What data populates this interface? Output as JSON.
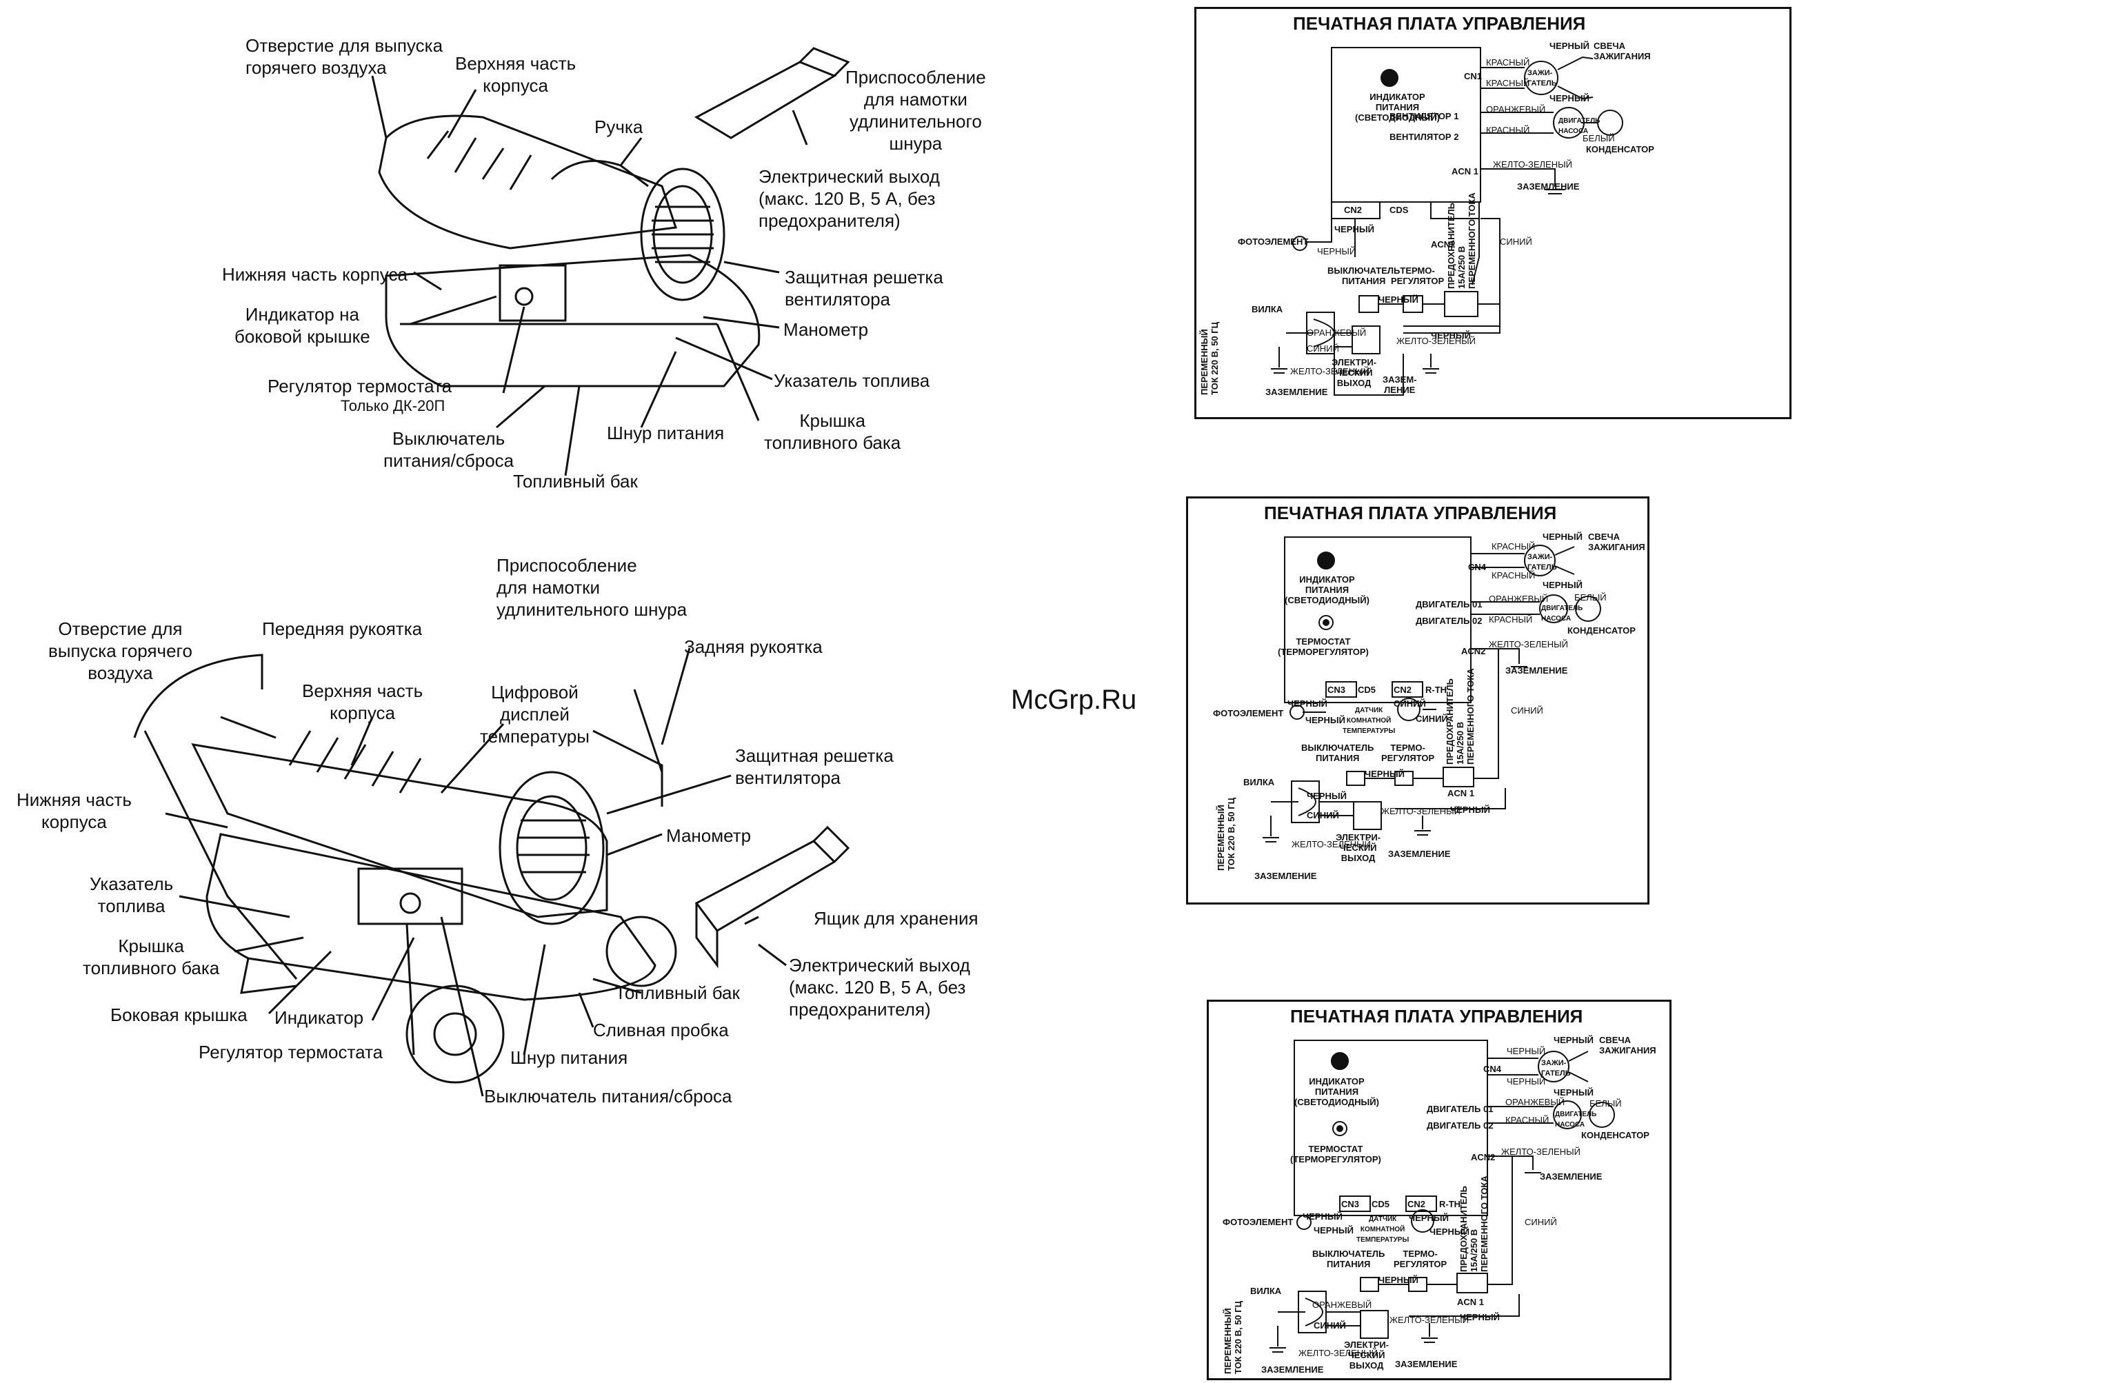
{
  "watermark": "McGrp.Ru",
  "heater1": {
    "labels": {
      "hot_air_outlet": "Отверстие для выпуска\nгорячего воздуха",
      "upper_housing": "Верхняя часть\nкорпуса",
      "handle": "Ручка",
      "cord_wrap": "Приспособление\nдля намотки\nудлинительного\nшнура",
      "outlet": "Электрический выход\n(макс. 120 В, 5 А, без\nпредохранителя)",
      "lower_housing": "Нижняя часть корпуса",
      "fan_guard": "Защитная решетка\nвентилятора",
      "side_indicator": "Индикатор на\nбоковой крышке",
      "gauge": "Манометр",
      "thermostat": "Регулятор термостата",
      "thermostat_note": "Только ДК-20П",
      "fuel_gauge": "Указатель топлива",
      "power_switch": "Выключатель\nпитания/сброса",
      "power_cord": "Шнур питания",
      "tank_cap": "Крышка\nтопливного бака",
      "fuel_tank": "Топливный бак"
    }
  },
  "heater2": {
    "labels": {
      "cord_wrap": "Приспособление\nдля намотки\nудлинительного шнура",
      "hot_air_outlet": "Отверстие для\nвыпуска горячего\nвоздуха",
      "front_handle": "Передняя рукоятка",
      "rear_handle": "Задняя рукоятка",
      "upper_housing": "Верхняя часть\nкорпуса",
      "digital_display": "Цифровой\nдисплей\nтемпературы",
      "fan_guard": "Защитная решетка\nвентилятора",
      "lower_housing": "Нижняя часть\nкорпуса",
      "gauge": "Манометр",
      "fuel_gauge": "Указатель\nтоплива",
      "storage_box": "Ящик для хранения",
      "tank_cap": "Крышка\nтопливного бака",
      "outlet": "Электрический выход\n(макс. 120 В, 5 А, без\nпредохранителя)",
      "fuel_tank": "Топливный бак",
      "side_cover": "Боковая крышка",
      "indicator": "Индикатор",
      "drain_plug": "Сливная пробка",
      "thermostat": "Регулятор термостата",
      "power_cord": "Шнур питания",
      "power_switch": "Выключатель питания/сброса"
    }
  },
  "schematics": [
    {
      "title": "ПЕЧАТНАЯ ПЛАТА УПРАВЛЕНИЯ",
      "led": "ИНДИКАТОР\nПИТАНИЯ\n(СВЕТОДИОДНЫЙ)",
      "cn_top": "CN1",
      "motor1": "ВЕНТИЛЯТОР 1",
      "motor2": "ВЕНТИЛЯТОР 2",
      "acn_top": "ACN 1",
      "cn_left": "CN2",
      "cds": "CDS",
      "acn_bottom": "ACN2",
      "photocell": "ФОТОЭЛЕМЕНТ",
      "black": "ЧЕРНЫЙ",
      "red": "КРАСНЫЙ",
      "orange": "ОРАНЖЕВЫЙ",
      "white": "БЕЛЫЙ",
      "blue": "СИНИЙ",
      "yellow_green": "ЖЕЛТО-ЗЕЛЕНЫЙ",
      "igniter": "ЗАЖИ-\nГАТЕЛЬ",
      "spark_plug": "СВЕЧА\nЗАЖИГАНИЯ",
      "pump": "ДВИГАТЕЛЬ\nНАСОСА",
      "capacitor": "КОНДЕНСАТОР",
      "ground": "ЗАЗЕМЛЕНИЕ",
      "switch": "ВЫКЛЮЧАТЕЛЬ\nПИТАНИЯ",
      "thermo": "ТЕРМО-\nРЕГУЛЯТОР",
      "fuse": "ПРЕДОХРАНИТЕЛЬ\n15А/250 В\nПЕРЕМЕННОГО ТОКА",
      "plug": "ВИЛКА",
      "ac": "ПЕРЕМЕННЫЙ\nТОК 220 В, 50 ГЦ",
      "el_outlet": "ЭЛЕКТРИ-\nЧЕСКИЙ\nВЫХОД",
      "grounding": "ЗАЗЕМ-\nЛЕНИЕ"
    },
    {
      "title": "ПЕЧАТНАЯ ПЛАТА УПРАВЛЕНИЯ",
      "led": "ИНДИКАТОР\nПИТАНИЯ\n(СВЕТОДИОДНЫЙ)",
      "thermostat_lbl": "ТЕРМОСТАТ\n(ТЕРМОРЕГУЛЯТОР)",
      "cn_top": "CN4",
      "motor1": "ДВИГАТЕЛЬ 01",
      "motor2": "ДВИГАТЕЛЬ 02",
      "acn_top": "ACN2",
      "cn3": "CN3",
      "cd5": "CD5",
      "cn2": "CN2",
      "rth": "R-TH",
      "acn_bottom": "ACN 1",
      "photocell": "ФОТОЭЛЕМЕНТ",
      "temp_sensor": "ДАТЧИК\nКОМНАТНОЙ\nТЕМПЕРАТУРЫ",
      "black": "ЧЕРНЫЙ",
      "red": "КРАСНЫЙ",
      "orange": "ОРАНЖЕВЫЙ",
      "white": "БЕЛЫЙ",
      "blue": "СИНИЙ",
      "yellow_green": "ЖЕЛТО-ЗЕЛЕНЫЙ",
      "igniter": "ЗАЖИ-\nГАТЕЛЬ",
      "spark_plug": "СВЕЧА\nЗАЖИГАНИЯ",
      "pump": "ДВИГАТЕЛЬ\nНАСОСА",
      "capacitor": "КОНДЕНСАТОР",
      "ground": "ЗАЗЕМЛЕНИЕ",
      "switch": "ВЫКЛЮЧАТЕЛЬ\nПИТАНИЯ",
      "thermo": "ТЕРМО-\nРЕГУЛЯТОР",
      "fuse": "ПРЕДОХРАНИТЕЛЬ\n15А/250 В\nПЕРЕМЕННОГО ТОКА",
      "plug": "ВИЛКА",
      "ac": "ПЕРЕМЕННЫЙ\nТОК 220 В, 50 ГЦ",
      "el_outlet": "ЭЛЕКТРИ-\nЧЕСКИЙ\nВЫХОД"
    },
    {
      "title": "ПЕЧАТНАЯ ПЛАТА УПРАВЛЕНИЯ",
      "led": "ИНДИКАТОР\nПИТАНИЯ\n(СВЕТОДИОДНЫЙ)",
      "thermostat_lbl": "ТЕРМОСТАТ\n(ТЕРМОРЕГУЛЯТОР)",
      "cn_top": "CN4",
      "motor1": "ДВИГАТЕЛЬ 01",
      "motor2": "ДВИГАТЕЛЬ 02",
      "acn_top": "ACN2",
      "cn3": "CN3",
      "cd5": "CD5",
      "cn2": "CN2",
      "rth": "R-TH",
      "acn_bottom": "ACN 1",
      "photocell": "ФОТОЭЛЕМЕНТ",
      "temp_sensor": "ДАТЧИК\nКОМНАТНОЙ\nТЕМПЕРАТУРЫ",
      "black": "ЧЕРНЫЙ",
      "red": "КРАСНЫЙ",
      "orange": "ОРАНЖЕВЫЙ",
      "white": "БЕЛЫЙ",
      "blue": "СИНИЙ",
      "yellow_green": "ЖЕЛТО-ЗЕЛЕНЫЙ",
      "igniter": "ЗАЖИ-\nГАТЕЛЬ",
      "spark_plug": "СВЕЧА\nЗАЖИГАНИЯ",
      "pump": "ДВИГАТЕЛЬ\nНАСОСА",
      "capacitor": "КОНДЕНСАТОР",
      "ground": "ЗАЗЕМЛЕНИЕ",
      "switch": "ВЫКЛЮЧАТЕЛЬ\nПИТАНИЯ",
      "thermo": "ТЕРМО-\nРЕГУЛЯТОР",
      "fuse": "ПРЕДОХРАНИТЕЛЬ\n15А/250 В\nПЕРЕМЕННОГО ТОКА",
      "plug": "ВИЛКА",
      "ac": "ПЕРЕМЕННЫЙ\nТОК 220 В, 50 ГЦ",
      "el_outlet": "ЭЛЕКТРИ-\nЧЕСКИЙ\nВЫХОД"
    }
  ]
}
